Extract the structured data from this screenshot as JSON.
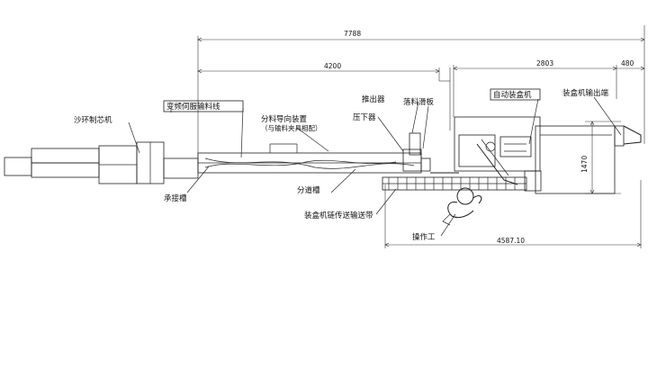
{
  "dimensions": {
    "total": "7788",
    "left_span": "4200",
    "right_span": "2803",
    "end_span": "480",
    "height": "1470",
    "bottom": "4587.10"
  },
  "labels": {
    "sand_core": "沙环制芯机",
    "belt": "变频伺服输料线",
    "diverter": "分料导向装置",
    "diverter_note": "（与输料夹具相配）",
    "push_cyl": "推出器",
    "drop_plate": "落料滑板",
    "press_plate": "压下器",
    "auto_boxer": "自动装盒机",
    "box_out": "装盒机输出端",
    "recv_slot": "承接槽",
    "branch_slot": "分道槽",
    "conveyor": "装盒机链传送输送带",
    "operator": "操作工"
  }
}
